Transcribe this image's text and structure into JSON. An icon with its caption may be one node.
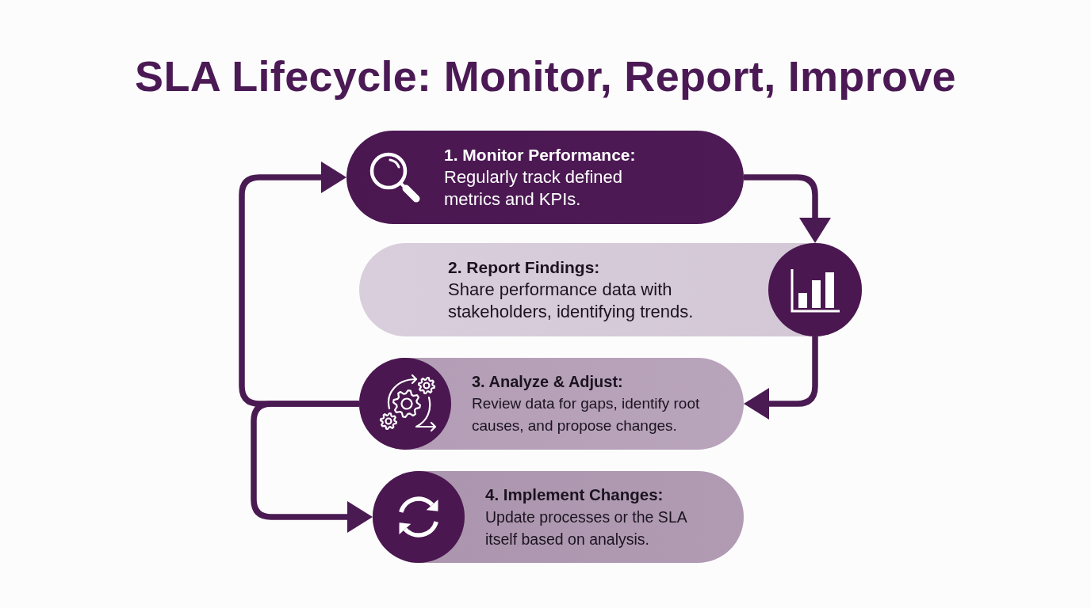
{
  "diagram": {
    "title": "SLA Lifecycle: Monitor, Report, Improve",
    "nodes": [
      {
        "text": [
          "1. Monitor Performance:",
          "Regularly track defined metrics and KPIs."
        ]
      },
      {
        "text": [
          "2. Report Findings:",
          "Share performance data with stakeholders, identifying trends."
        ]
      },
      {
        "text": [
          "3. Analyze & Adjust:",
          "Review data for gaps, identify root causes, and propose changes."
        ]
      },
      {
        "text": [
          "4. Implement Changes:",
          "Update processes or the SLA itself based on analysis."
        ]
      }
    ],
    "edges": [
      {
        "from": 0,
        "to": 1,
        "arrow": "to"
      },
      {
        "from": 1,
        "to": 2,
        "arrow": "to"
      },
      {
        "from": 2,
        "to": 0,
        "arrow": "to"
      },
      {
        "from": 2,
        "to": 3,
        "arrow": "to"
      }
    ]
  }
}
